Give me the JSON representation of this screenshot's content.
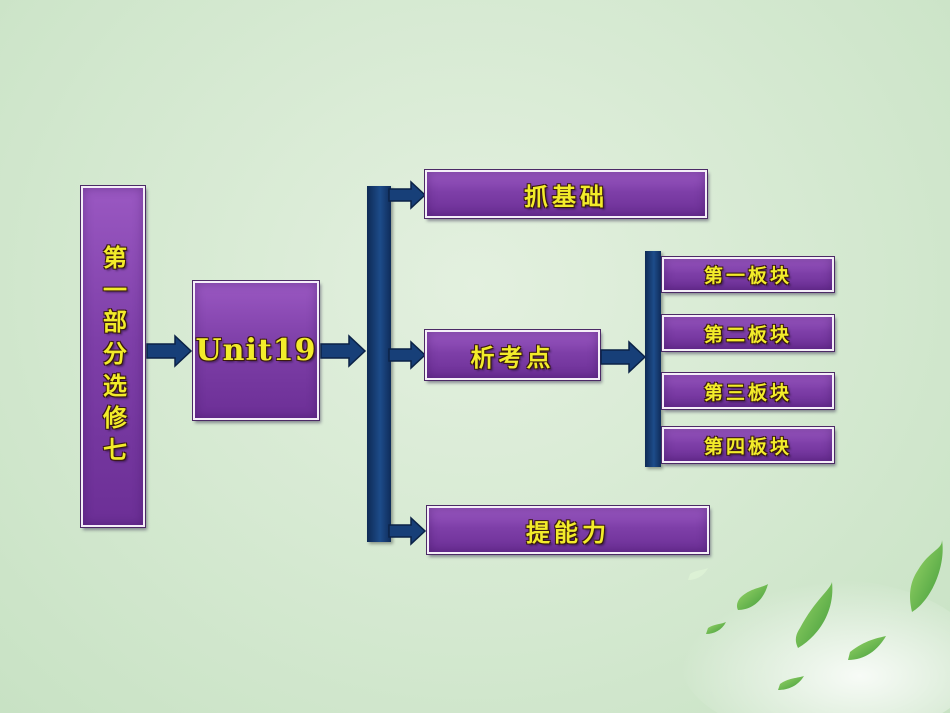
{
  "root_label": "第一部分选修七",
  "unit_label": "Unit19",
  "branches": [
    {
      "label": "抓基础"
    },
    {
      "label": "析考点"
    },
    {
      "label": "提能力"
    }
  ],
  "sub_branches": [
    {
      "label": "第一板块"
    },
    {
      "label": "第二板块"
    },
    {
      "label": "第三板块"
    },
    {
      "label": "第四板块"
    }
  ],
  "colors": {
    "box_fill": "#7e3fa8",
    "box_border": "#f4eef8",
    "label_text": "#f2ec2a",
    "connector": "#1d4c8a",
    "background": "#d3e8cf"
  }
}
